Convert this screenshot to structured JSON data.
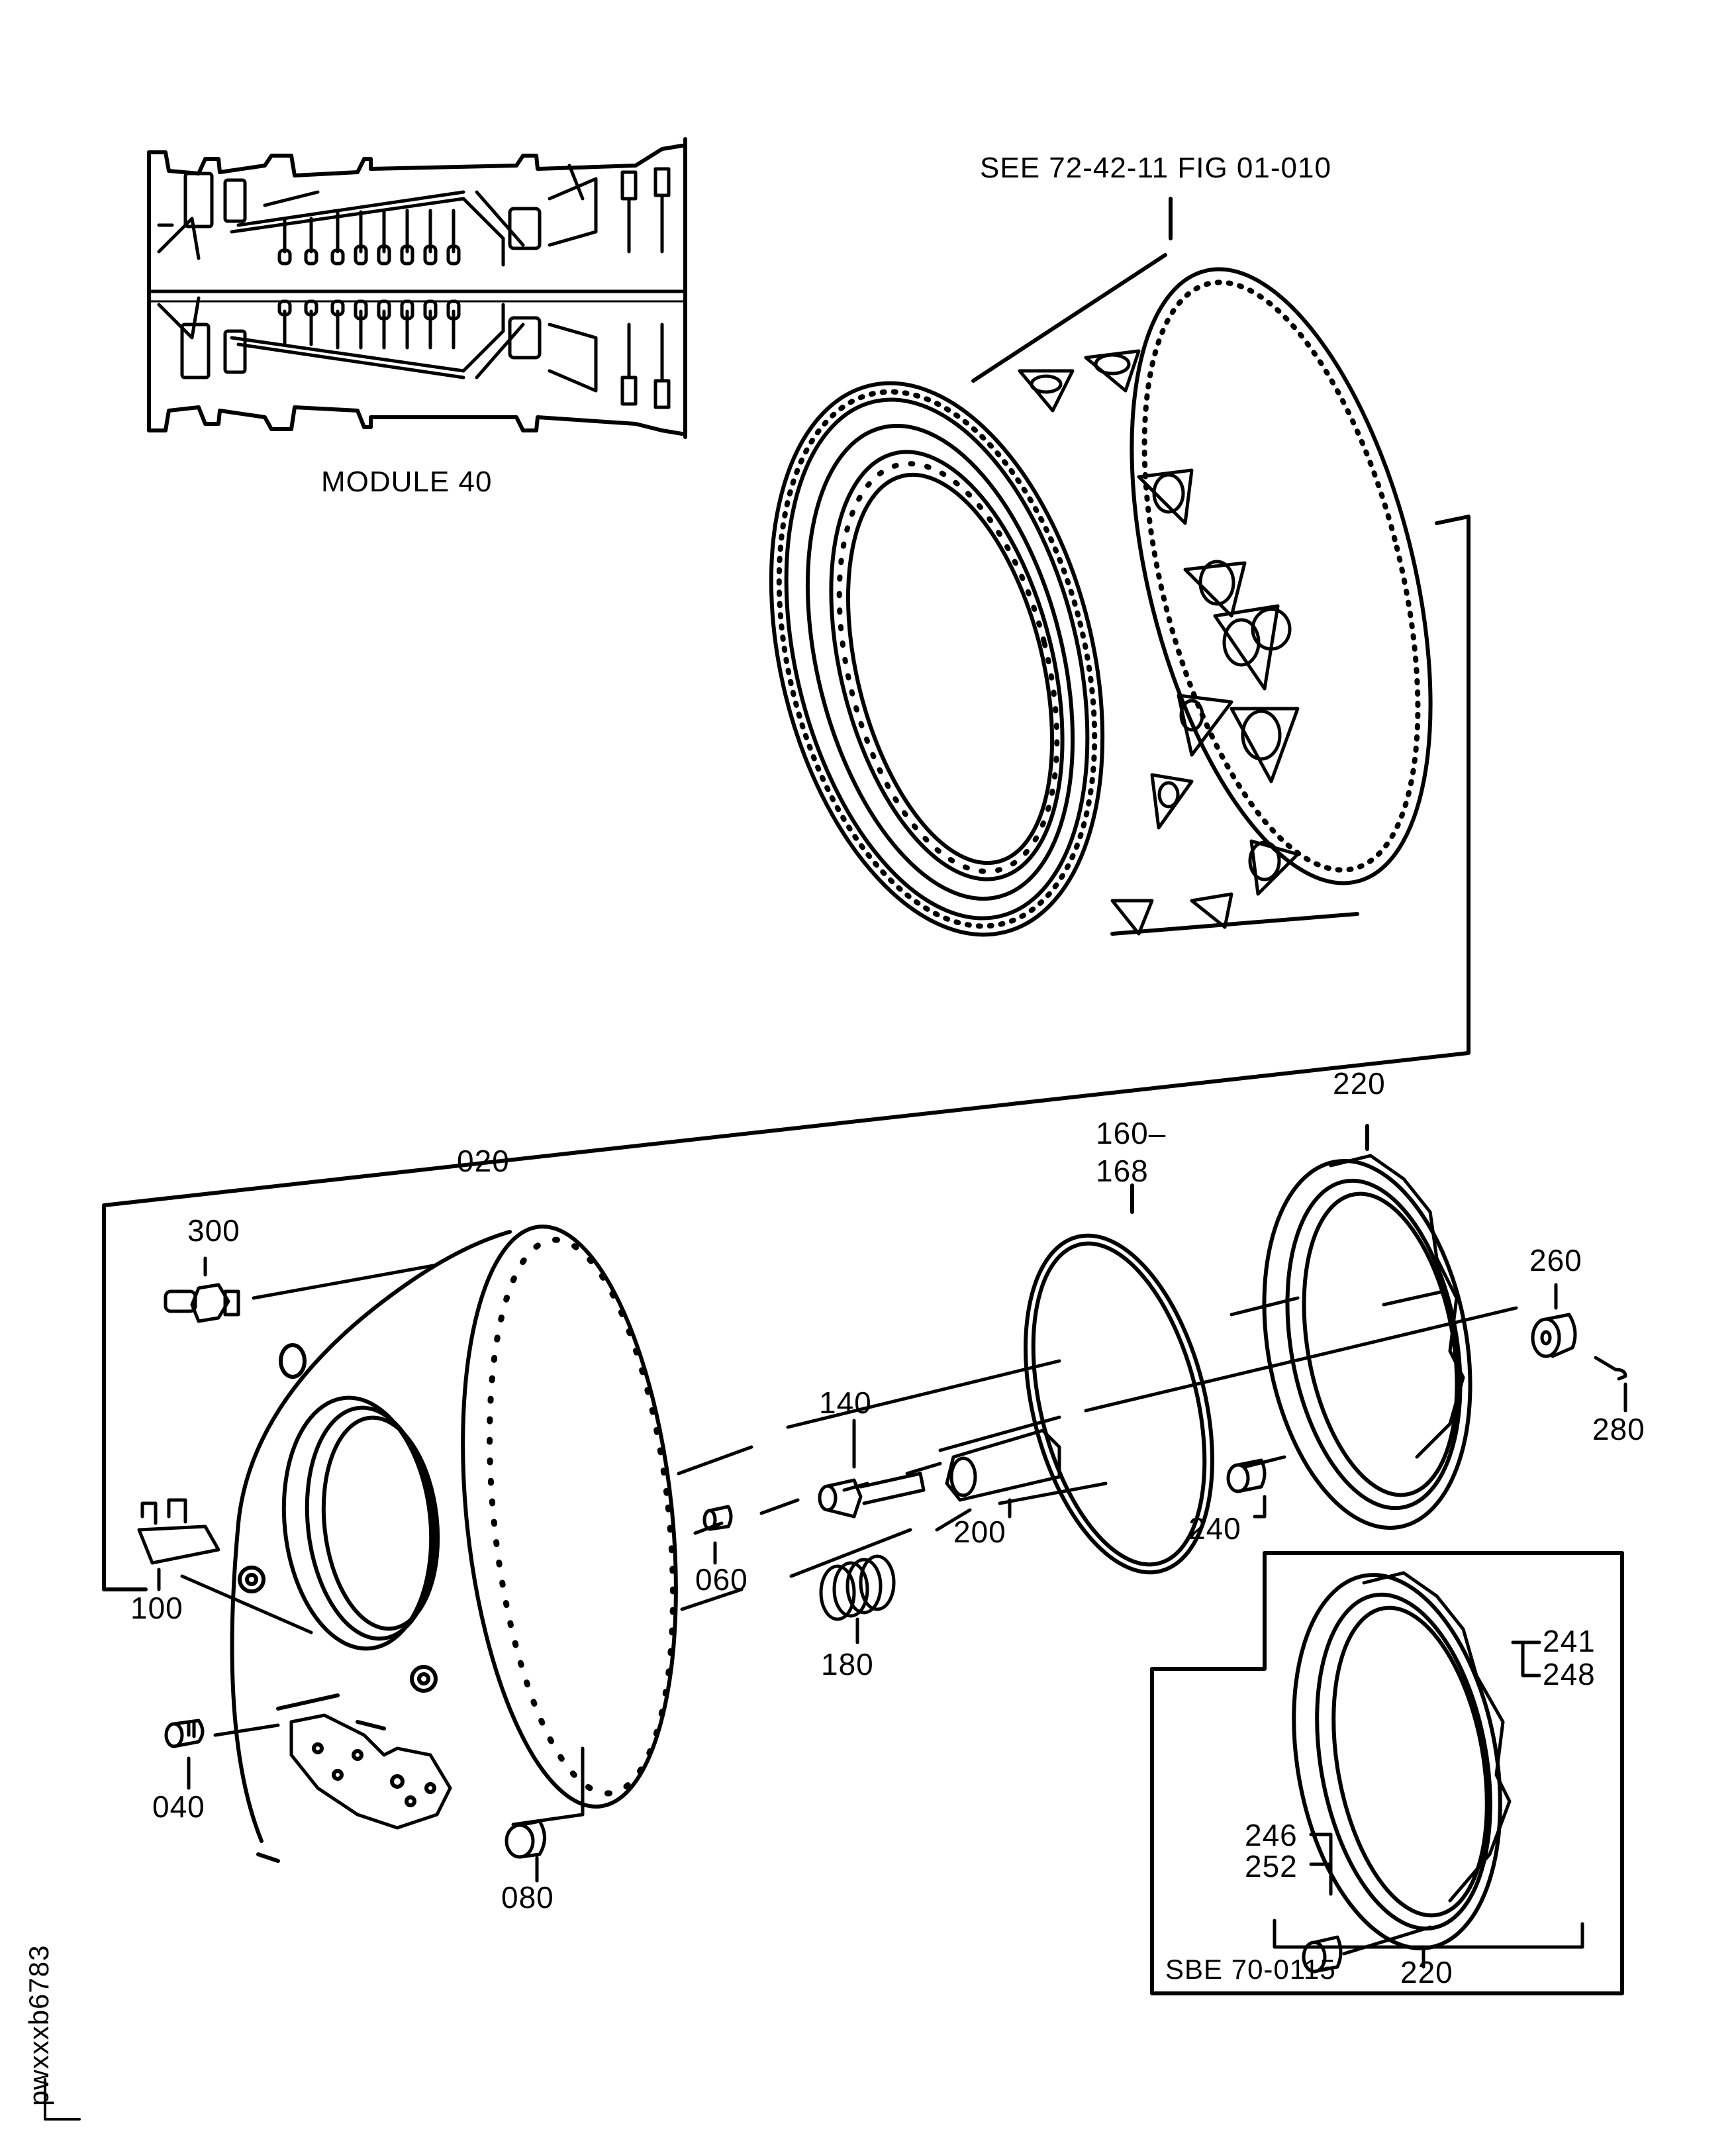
{
  "figure": {
    "reference_note": "SEE 72-42-11 FIG 01-010",
    "inset_caption": "MODULE 40",
    "sbe_note": "SBE 70-0115",
    "image_code": "pwxxxb6783"
  },
  "callouts": {
    "c020": "020",
    "c040": "040",
    "c060": "060",
    "c080": "080",
    "c100": "100",
    "c140": "140",
    "c160": "160–",
    "c168": "168",
    "c180": "180",
    "c200": "200",
    "c220_top": "220",
    "c220_box": "220",
    "c240": "240",
    "c241": "241",
    "c248": "248",
    "c246": "246",
    "c252": "252",
    "c260": "260",
    "c280": "280",
    "c300": "300"
  },
  "colors": {
    "ink": "#000000",
    "paper": "#ffffff"
  }
}
